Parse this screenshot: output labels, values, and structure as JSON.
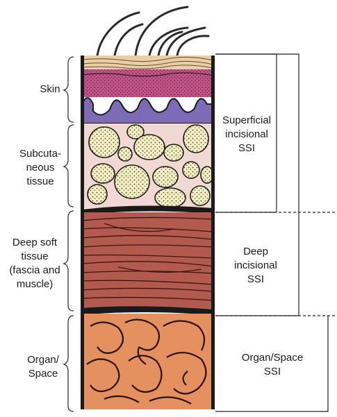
{
  "tissue_labels": {
    "skin": "Skin",
    "subcutaneous": "Subcuta-\nneous\ntissue",
    "deep_soft": "Deep soft\ntissue\n(fascia and\nmuscle)",
    "organ_space": "Organ/\nSpace"
  },
  "ssi_labels": {
    "superficial": "Superficial\nincisional\nSSI",
    "deep": "Deep\nincisional\nSSI",
    "organ_space": "Organ/Space\nSSI"
  },
  "colors": {
    "skin_top": "#e8cfa8",
    "epidermis": "#c25487",
    "basal": "#7e6bb5",
    "fat_bg": "#f2d8d2",
    "fat_globule": "#f4f0c0",
    "muscle": "#b35a4e",
    "organ": "#e4915f",
    "outline": "#1a1a1a"
  },
  "icons": {
    "hairs": "hair-strands",
    "braces": "curly-brace"
  }
}
